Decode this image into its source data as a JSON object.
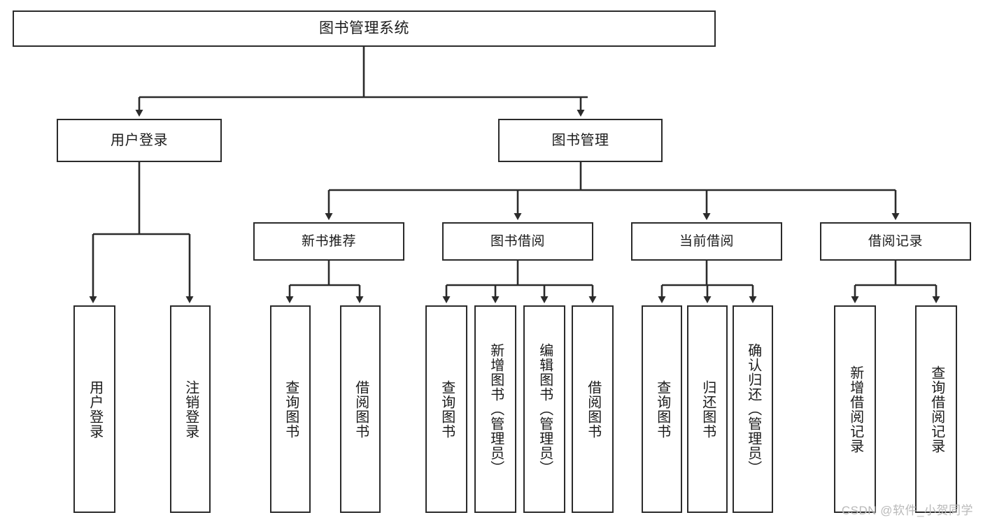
{
  "diagram": {
    "type": "tree",
    "title": "图书管理系统",
    "orientation": "top-down",
    "colors": {
      "box_border": "#2b2b2b",
      "box_fill": "#ffffff",
      "edge": "#2b2b2b",
      "text": "#1b1b1b",
      "watermark": "#b9b9b9",
      "background": "#ffffff"
    },
    "levels": {
      "root": {
        "label": "图书管理系统"
      },
      "level2": [
        {
          "id": "user-login",
          "label": "用户登录"
        },
        {
          "id": "book-manage",
          "label": "图书管理"
        }
      ],
      "level3": [
        {
          "id": "new-rec",
          "label": "新书推荐"
        },
        {
          "id": "borrow",
          "label": "图书借阅"
        },
        {
          "id": "current",
          "label": "当前借阅"
        },
        {
          "id": "records",
          "label": "借阅记录"
        }
      ],
      "level4": [
        {
          "id": "leaf-user-login",
          "parent": "user-login",
          "label": "用户登录"
        },
        {
          "id": "leaf-logout",
          "parent": "user-login",
          "label": "注销登录"
        },
        {
          "id": "leaf-query-book-1",
          "parent": "new-rec",
          "label": "查询图书"
        },
        {
          "id": "leaf-borrow-book-1",
          "parent": "new-rec",
          "label": "借阅图书"
        },
        {
          "id": "leaf-query-book-2",
          "parent": "borrow",
          "label": "查询图书"
        },
        {
          "id": "leaf-add-book",
          "parent": "borrow",
          "label": "新增图书（管理员）"
        },
        {
          "id": "leaf-edit-book",
          "parent": "borrow",
          "label": "编辑图书（管理员）"
        },
        {
          "id": "leaf-borrow-book-2",
          "parent": "borrow",
          "label": "借阅图书"
        },
        {
          "id": "leaf-query-book-3",
          "parent": "current",
          "label": "查询图书"
        },
        {
          "id": "leaf-return-book",
          "parent": "current",
          "label": "归还图书"
        },
        {
          "id": "leaf-confirm-return",
          "parent": "current",
          "label": "确认归还（管理员）"
        },
        {
          "id": "leaf-add-record",
          "parent": "records",
          "label": "新增借阅记录"
        },
        {
          "id": "leaf-query-record",
          "parent": "records",
          "label": "查询借阅记录"
        }
      ]
    }
  },
  "watermark": {
    "text": "CSDN @软件_小贺同学"
  }
}
